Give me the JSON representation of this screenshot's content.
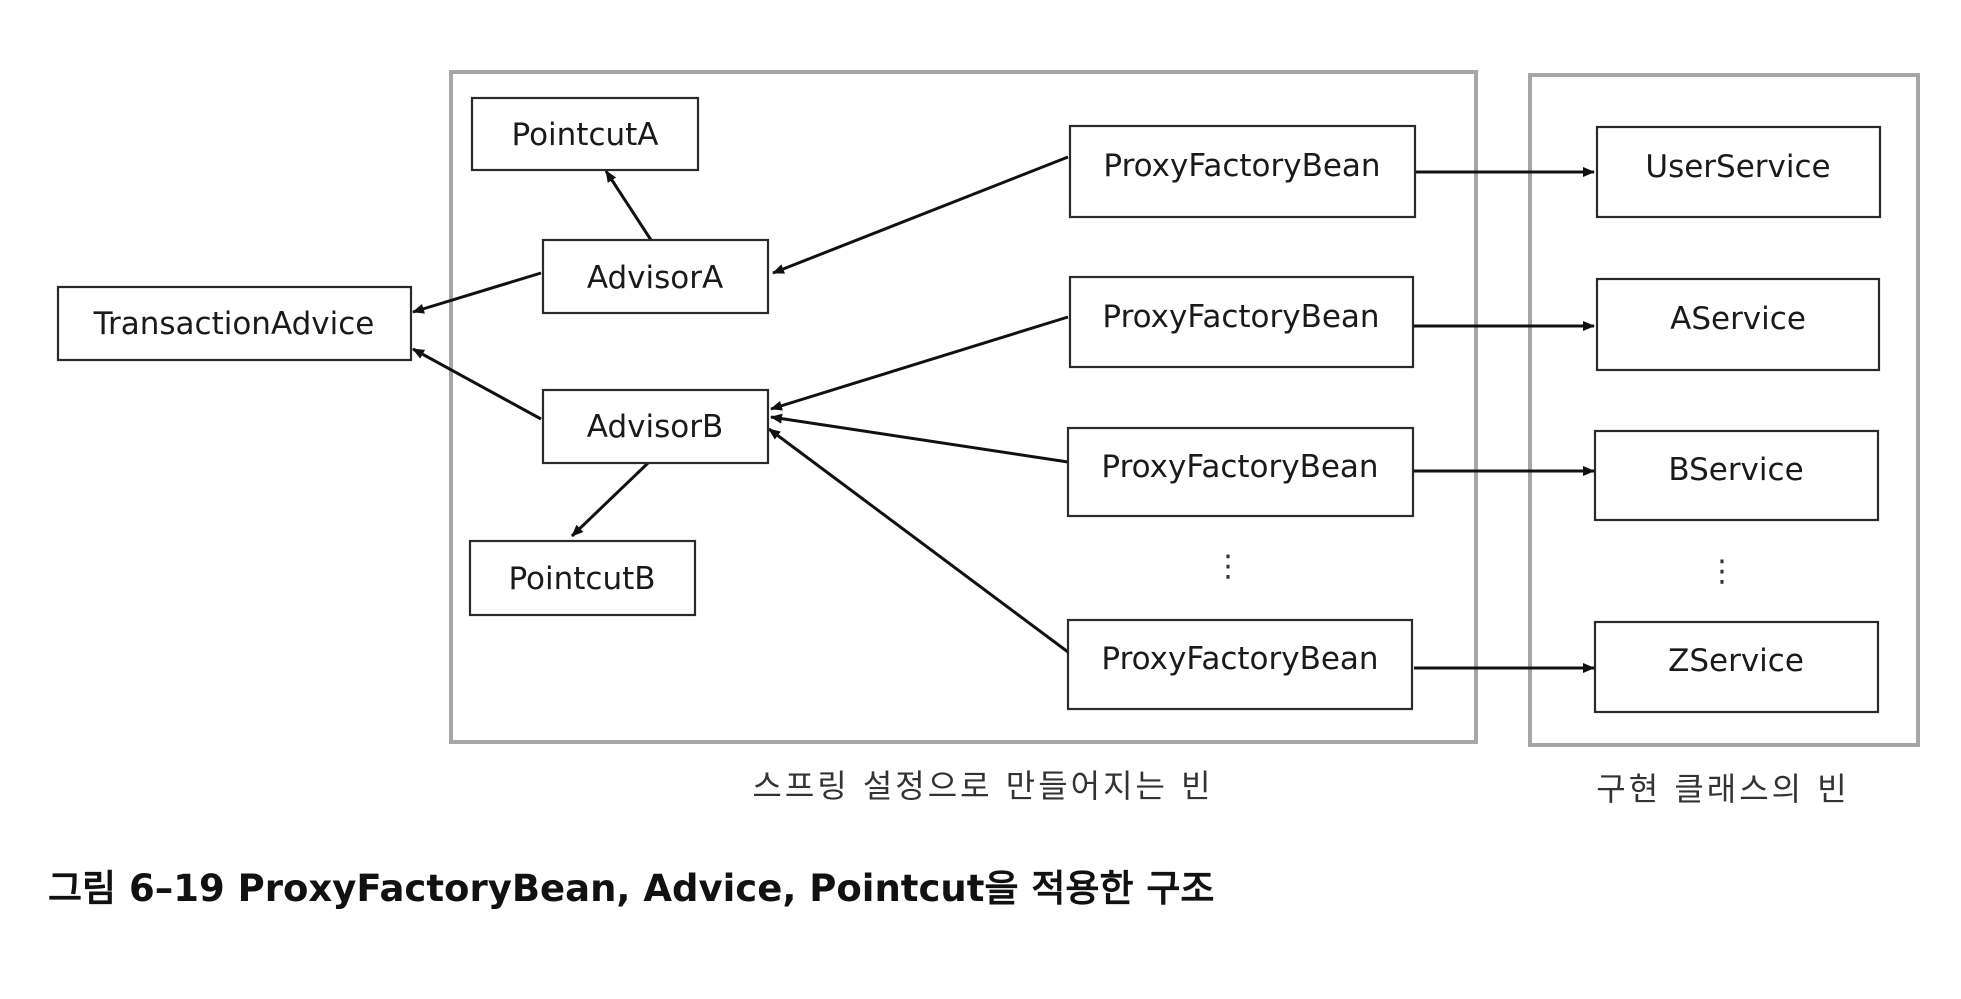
{
  "diagram": {
    "groups": {
      "spring_config": "스프링 설정으로 만들어지는 빈",
      "impl_classes": "구현 클래스의 빈"
    },
    "nodes": {
      "transaction_advice": "TransactionAdvice",
      "pointcut_a": "PointcutA",
      "pointcut_b": "PointcutB",
      "advisor_a": "AdvisorA",
      "advisor_b": "AdvisorB",
      "proxy_factory_bean": "ProxyFactoryBean",
      "user_service": "UserService",
      "a_service": "AService",
      "b_service": "BService",
      "z_service": "ZService"
    },
    "ellipsis": "⋮",
    "edges": [
      {
        "from": "ProxyFactoryBean (1)",
        "to": "AdvisorA"
      },
      {
        "from": "ProxyFactoryBean (2)",
        "to": "AdvisorB"
      },
      {
        "from": "ProxyFactoryBean (3)",
        "to": "AdvisorB"
      },
      {
        "from": "ProxyFactoryBean (4)",
        "to": "AdvisorB"
      },
      {
        "from": "AdvisorA",
        "to": "PointcutA"
      },
      {
        "from": "AdvisorA",
        "to": "TransactionAdvice"
      },
      {
        "from": "AdvisorB",
        "to": "TransactionAdvice"
      },
      {
        "from": "AdvisorB",
        "to": "PointcutB"
      },
      {
        "from": "ProxyFactoryBean (1)",
        "to": "UserService"
      },
      {
        "from": "ProxyFactoryBean (2)",
        "to": "AService"
      },
      {
        "from": "ProxyFactoryBean (3)",
        "to": "BService"
      },
      {
        "from": "ProxyFactoryBean (4)",
        "to": "ZService"
      }
    ]
  },
  "caption": "그림 6–19 ProxyFactoryBean, Advice, Pointcut을 적용한 구조"
}
